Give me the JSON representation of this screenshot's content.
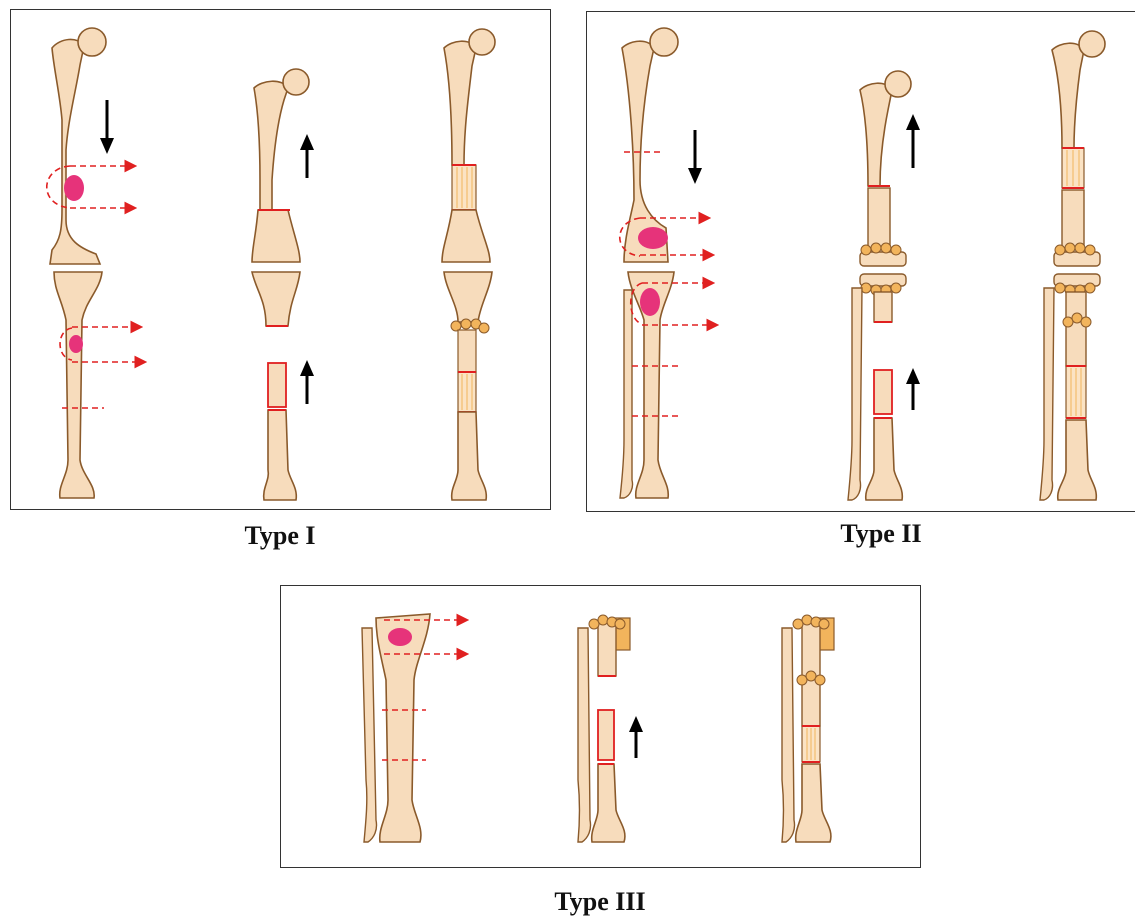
{
  "panels": [
    {
      "id": "type-1",
      "caption": "Type I"
    },
    {
      "id": "type-2",
      "caption": "Type II"
    },
    {
      "id": "type-3",
      "caption": "Type III"
    }
  ],
  "colors": {
    "bone_fill": "#f7dcbc",
    "bone_outline": "#8a5a2b",
    "tumor": "#e6337a",
    "cut_line": "#e02020",
    "graft": "#f2b45c",
    "arrow": "#000000",
    "panel_border": "#333333"
  },
  "icons": [
    "femur-icon",
    "tibia-icon",
    "fibula-icon",
    "tumor-icon",
    "resection-arrow-icon",
    "transport-arrow-icon",
    "bone-graft-icon"
  ]
}
